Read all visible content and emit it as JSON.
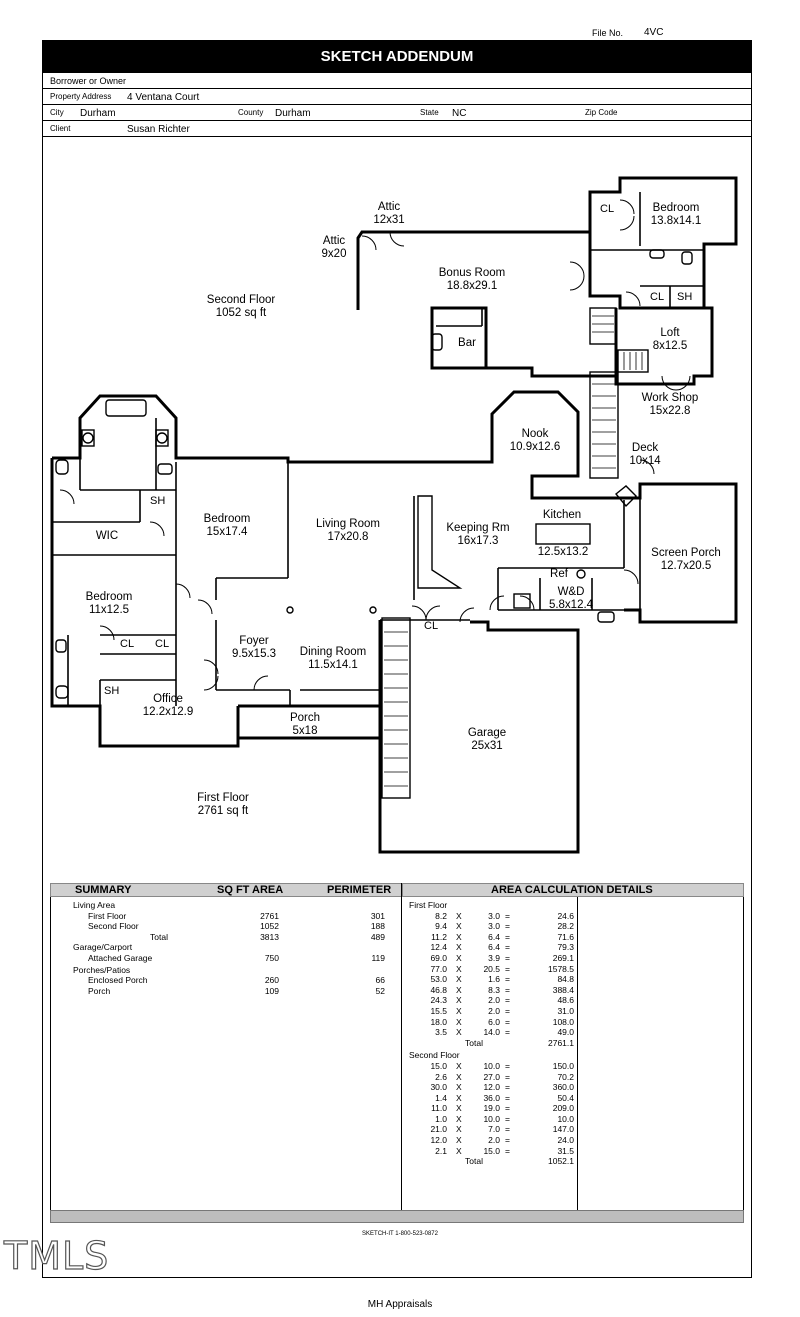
{
  "file_no_label": "File No.",
  "file_no": "4VC",
  "title": "SKETCH ADDENDUM",
  "header": {
    "borrower_label": "Borrower or Owner",
    "borrower": "",
    "address_label": "Property Address",
    "address": "4 Ventana Court",
    "city_label": "City",
    "city": "Durham",
    "county_label": "County",
    "county": "Durham",
    "state_label": "State",
    "state": "NC",
    "zip_label": "Zip Code",
    "zip": "",
    "client_label": "Client",
    "client": "Susan Richter"
  },
  "rooms": {
    "attic1": [
      "Attic",
      "12x31"
    ],
    "attic2": [
      "Attic",
      "9x20"
    ],
    "bedroom_up": [
      "Bedroom",
      "13.8x14.1"
    ],
    "bonus": [
      "Bonus Room",
      "18.8x29.1"
    ],
    "second_floor": [
      "Second Floor",
      "1052 sq ft"
    ],
    "bar": "Bar",
    "loft": [
      "Loft",
      "8x12.5"
    ],
    "workshop": [
      "Work Shop",
      "15x22.8"
    ],
    "deck": [
      "Deck",
      "10x14"
    ],
    "nook": [
      "Nook",
      "10.9x12.6"
    ],
    "wic": "WIC",
    "bedroom_main": [
      "Bedroom",
      "15x17.4"
    ],
    "living": [
      "Living Room",
      "17x20.8"
    ],
    "keeping": [
      "Keeping Rm",
      "16x17.3"
    ],
    "kitchen": [
      "Kitchen",
      "12.5x13.2"
    ],
    "screen_porch": [
      "Screen Porch",
      "12.7x20.5"
    ],
    "bedroom_small": [
      "Bedroom",
      "11x12.5"
    ],
    "ref": "Ref",
    "wd": [
      "W&D",
      "5.8x12.4"
    ],
    "foyer": [
      "Foyer",
      "9.5x15.3"
    ],
    "dining": [
      "Dining Room",
      "11.5x14.1"
    ],
    "office": [
      "Office",
      "12.2x12.9"
    ],
    "porch": [
      "Porch",
      "5x18"
    ],
    "garage": [
      "Garage",
      "25x31"
    ],
    "first_floor": [
      "First Floor",
      "2761 sq ft"
    ],
    "cl": "CL",
    "sh": "SH"
  },
  "summary": {
    "headers": [
      "SUMMARY",
      "SQ FT AREA",
      "PERIMETER",
      "AREA CALCULATION DETAILS"
    ],
    "rows": [
      {
        "label": "Living Area",
        "area": "",
        "perim": "",
        "indent": 0
      },
      {
        "label": "First Floor",
        "area": "2761",
        "perim": "301",
        "indent": 1
      },
      {
        "label": "Second Floor",
        "area": "1052",
        "perim": "188",
        "indent": 1
      },
      {
        "label": "Total",
        "area": "3813",
        "perim": "489",
        "indent": 2
      },
      {
        "label": "Garage/Carport",
        "area": "",
        "perim": "",
        "indent": 0
      },
      {
        "label": "Attached Garage",
        "area": "750",
        "perim": "119",
        "indent": 1
      },
      {
        "label": "Porches/Patios",
        "area": "",
        "perim": "",
        "indent": 0
      },
      {
        "label": "Enclosed Porch",
        "area": "260",
        "perim": "66",
        "indent": 1
      },
      {
        "label": "Porch",
        "area": "109",
        "perim": "52",
        "indent": 1
      }
    ]
  },
  "calc": {
    "first_label": "First Floor",
    "first": [
      [
        "8.2",
        "3.0",
        "24.6"
      ],
      [
        "9.4",
        "3.0",
        "28.2"
      ],
      [
        "11.2",
        "6.4",
        "71.6"
      ],
      [
        "12.4",
        "6.4",
        "79.3"
      ],
      [
        "69.0",
        "3.9",
        "269.1"
      ],
      [
        "77.0",
        "20.5",
        "1578.5"
      ],
      [
        "53.0",
        "1.6",
        "84.8"
      ],
      [
        "46.8",
        "8.3",
        "388.4"
      ],
      [
        "24.3",
        "2.0",
        "48.6"
      ],
      [
        "15.5",
        "2.0",
        "31.0"
      ],
      [
        "18.0",
        "6.0",
        "108.0"
      ],
      [
        "3.5",
        "14.0",
        "49.0"
      ]
    ],
    "first_total": "2761.1",
    "second_label": "Second Floor",
    "second": [
      [
        "15.0",
        "10.0",
        "150.0"
      ],
      [
        "2.6",
        "27.0",
        "70.2"
      ],
      [
        "30.0",
        "12.0",
        "360.0"
      ],
      [
        "1.4",
        "36.0",
        "50.4"
      ],
      [
        "11.0",
        "19.0",
        "209.0"
      ],
      [
        "1.0",
        "10.0",
        "10.0"
      ],
      [
        "21.0",
        "7.0",
        "147.0"
      ],
      [
        "12.0",
        "2.0",
        "24.0"
      ],
      [
        "2.1",
        "15.0",
        "31.5"
      ]
    ],
    "second_total": "1052.1",
    "total_label": "Total",
    "x": "X",
    "eq": "="
  },
  "footer_small": "SKETCH-IT 1-800-523-0872",
  "watermark": "TMLS",
  "bottom": "MH Appraisals"
}
